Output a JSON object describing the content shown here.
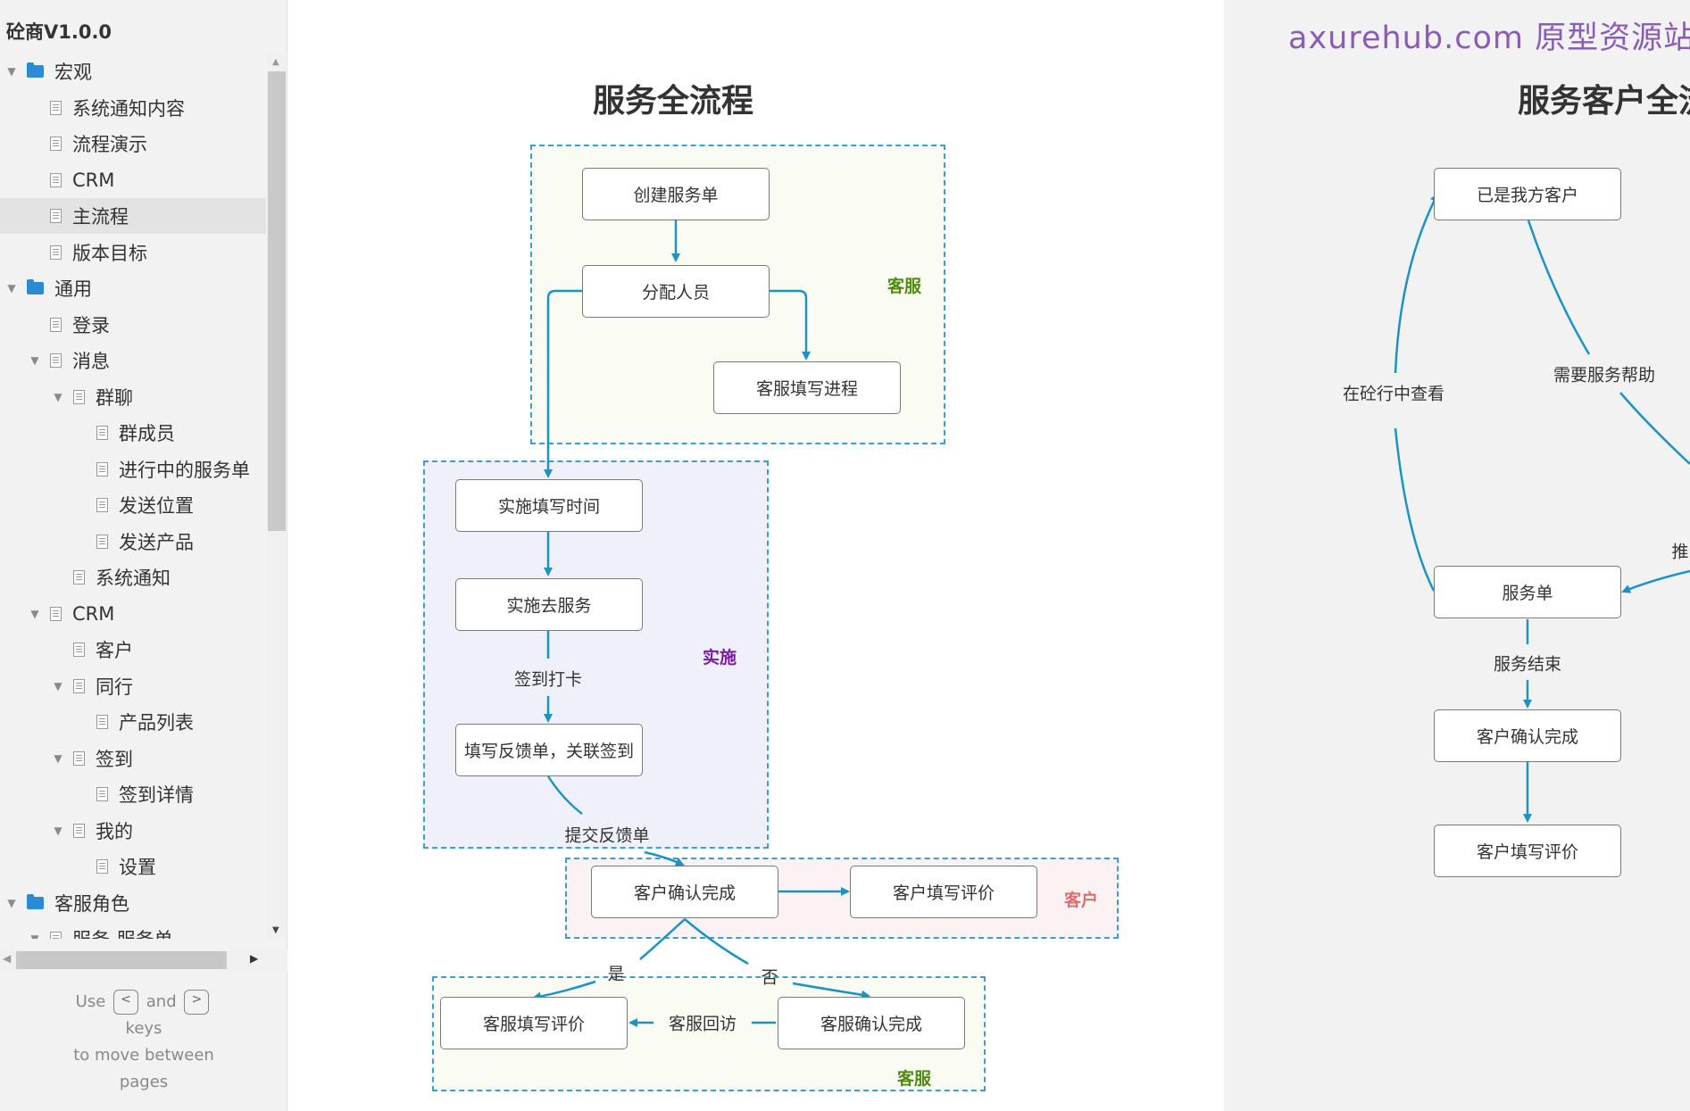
{
  "app": {
    "title": "砼商V1.0.0"
  },
  "sidebar": {
    "items": [
      {
        "label": "宏观",
        "type": "folder",
        "level": 0,
        "expanded": true
      },
      {
        "label": "系统通知内容",
        "type": "page",
        "level": 1
      },
      {
        "label": "流程演示",
        "type": "page",
        "level": 1
      },
      {
        "label": "CRM",
        "type": "page",
        "level": 1
      },
      {
        "label": "主流程",
        "type": "page",
        "level": 1,
        "selected": true
      },
      {
        "label": "版本目标",
        "type": "page",
        "level": 1
      },
      {
        "label": "通用",
        "type": "folder",
        "level": 0,
        "expanded": true
      },
      {
        "label": "登录",
        "type": "page",
        "level": 1
      },
      {
        "label": "消息",
        "type": "page",
        "level": 1,
        "expanded": true
      },
      {
        "label": "群聊",
        "type": "page",
        "level": 2,
        "expanded": true
      },
      {
        "label": "群成员",
        "type": "page",
        "level": 3
      },
      {
        "label": "进行中的服务单",
        "type": "page",
        "level": 3
      },
      {
        "label": "发送位置",
        "type": "page",
        "level": 3
      },
      {
        "label": "发送产品",
        "type": "page",
        "level": 3
      },
      {
        "label": "系统通知",
        "type": "page",
        "level": 2
      },
      {
        "label": "CRM",
        "type": "page",
        "level": 1,
        "expanded": true
      },
      {
        "label": "客户",
        "type": "page",
        "level": 2
      },
      {
        "label": "同行",
        "type": "page",
        "level": 2,
        "expanded": true
      },
      {
        "label": "产品列表",
        "type": "page",
        "level": 3
      },
      {
        "label": "签到",
        "type": "page",
        "level": 2,
        "expanded": true
      },
      {
        "label": "签到详情",
        "type": "page",
        "level": 3
      },
      {
        "label": "我的",
        "type": "page",
        "level": 2,
        "expanded": true
      },
      {
        "label": "设置",
        "type": "page",
        "level": 3
      },
      {
        "label": "客服角色",
        "type": "folder",
        "level": 0,
        "expanded": true
      },
      {
        "label": "服务-服务单",
        "type": "page",
        "level": 1,
        "expanded": true
      }
    ],
    "hint": {
      "use": "Use",
      "prev_key": "<",
      "and": "and",
      "next_key": ">",
      "keys": "keys",
      "line2": "to move between",
      "line3": "pages"
    },
    "icons": {
      "folder": "folder-icon",
      "page": "page-icon",
      "expanded": "caret-down-icon"
    }
  },
  "canvas": {
    "watermark": "axurehub.com 原型资源站",
    "left_title": "服务全流程",
    "right_title": "服务客户全流",
    "regions": {
      "kefu_top": {
        "label": "客服",
        "color": "#4f8a10"
      },
      "shishi": {
        "label": "实施",
        "color": "#7b1fa2"
      },
      "kehu": {
        "label": "客户",
        "color": "#e06b6b"
      },
      "kefu_bottom": {
        "label": "客服",
        "color": "#4f8a10"
      }
    },
    "nodes": {
      "create_order": "创建服务单",
      "assign": "分配人员",
      "kefu_progress": "客服填写进程",
      "fill_time": "实施填写时间",
      "go_service": "实施去服务",
      "feedback": "填写反馈单，关联签到",
      "cust_confirm": "客户确认完成",
      "cust_review": "客户填写评价",
      "kefu_review": "客服填写评价",
      "kefu_confirm": "客服确认完成",
      "r_our_customer": "已是我方客户",
      "r_service_order": "服务单",
      "r_cust_confirm": "客户确认完成",
      "r_cust_review": "客户填写评价"
    },
    "edge_labels": {
      "sign_in": "签到打卡",
      "submit_feedback": "提交反馈单",
      "yes": "是",
      "no": "否",
      "revisit": "客服回访",
      "view_in_app": "在砼行中查看",
      "need_help": "需要服务帮助",
      "push": "推",
      "service_end": "服务结束"
    },
    "colors": {
      "edge": "#1b93c4",
      "region_border": "#3c9fcf",
      "region_kefu_bg": "#fafbf3",
      "region_shishi_bg": "#f0f0fa",
      "region_kehu_bg": "#fbf3f3",
      "gray_panel": "#f2f2f2",
      "watermark": "#8a5cb6"
    }
  }
}
